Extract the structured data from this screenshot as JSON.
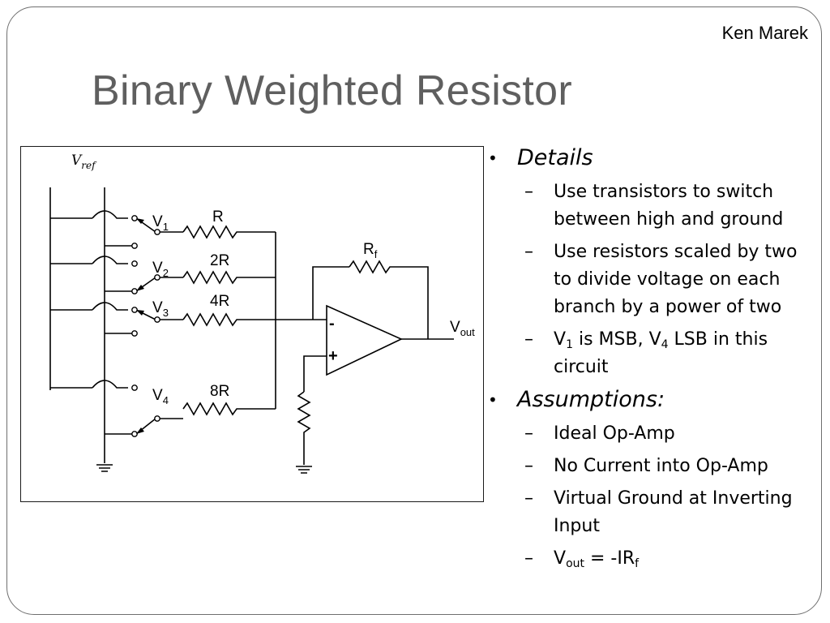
{
  "author": "Ken Marek",
  "title": "Binary Weighted Resistor",
  "bullets": [
    {
      "heading": "Details",
      "items": [
        {
          "text": "Use transistors to switch between high and ground"
        },
        {
          "text": "Use resistors scaled by two to divide voltage on each branch by a power of two"
        },
        {
          "pre": "V",
          "sub": "1",
          "mid": " is MSB, V",
          "sub2": "4",
          "post": " LSB in this circuit"
        }
      ]
    },
    {
      "heading": "Assumptions:",
      "items": [
        {
          "text": "Ideal Op-Amp"
        },
        {
          "text": "No Current into Op-Amp"
        },
        {
          "text": "Virtual Ground at Inverting Input"
        },
        {
          "pre": "V",
          "sub": "out",
          "mid": " = -IR",
          "sub2": "f",
          "post": ""
        }
      ]
    }
  ],
  "circuit": {
    "vref_label": "V",
    "vref_sub": "ref",
    "switch_labels": [
      {
        "main": "V",
        "sub": "1"
      },
      {
        "main": "V",
        "sub": "2"
      },
      {
        "main": "V",
        "sub": "3"
      },
      {
        "main": "V",
        "sub": "4"
      }
    ],
    "resistor_labels": [
      "R",
      "2R",
      "4R",
      "8R"
    ],
    "feedback_label": {
      "main": "R",
      "sub": "f"
    },
    "minus_label": "-",
    "plus_label": "+",
    "output_label": {
      "main": "V",
      "sub": "out"
    }
  }
}
